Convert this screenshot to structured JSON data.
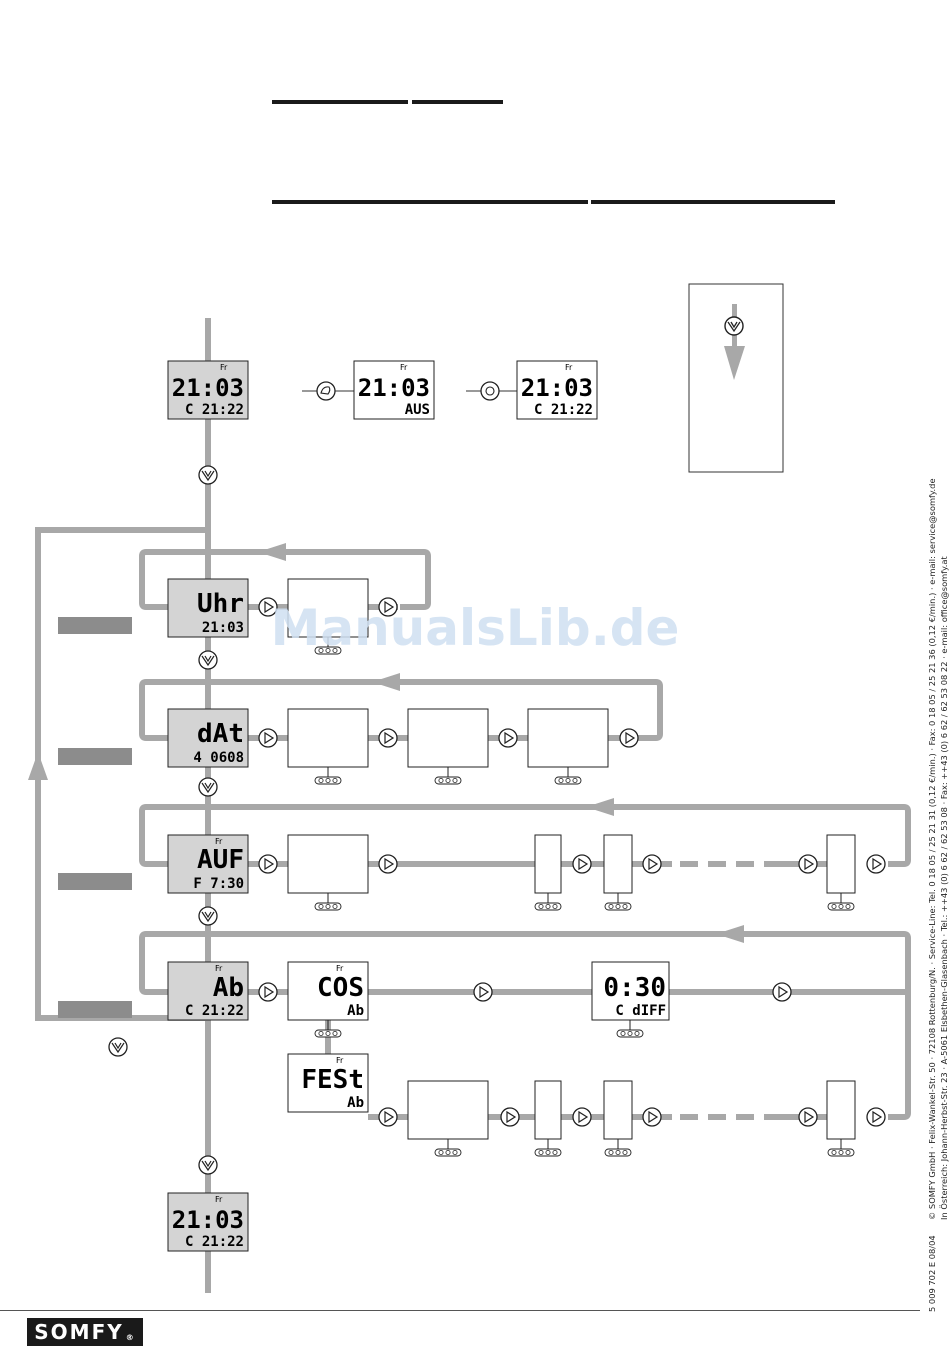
{
  "watermark": "ManualsLib.de",
  "logo": {
    "text": "SOMFY",
    "reg": "®"
  },
  "side_text": {
    "doc_code": "5 009 702   E  08/04",
    "line1": "© SOMFY GmbH · Felix-Wankel-Str. 50 · 72108 Rottenburg/N. · Service-Line: Tel. 0 18 05 / 25 21 31 (0,12 €/min.) · Fax: 0 18 05 / 25 21 36 (0,12 €/min.) · e-mail: service@somfy.de",
    "line2": "In Österreich: Johann-Herbst-Str. 23 · A-5061 Elsbethen-Glasenbach · Tel.: ++43 (0) 6 62 / 62 53 08 · Fax: ++43 (0) 6 62 / 62 53 08 22 · e-mail: office@somfy.at"
  },
  "displays": {
    "start": {
      "day": "Fr",
      "main": "21:03",
      "sub": "C 21:22"
    },
    "aus": {
      "day": "Fr",
      "main": "21:03",
      "sub": "AUS"
    },
    "auto": {
      "day": "Fr",
      "main": "21:03",
      "sub": "C 21:22"
    },
    "uhr": {
      "main": "Uhr",
      "sub": "21:03"
    },
    "dat": {
      "main": "dAt",
      "sub": "4 0608"
    },
    "auf": {
      "day": "Fr",
      "main": "AUF",
      "sub": "F 7:30"
    },
    "ab": {
      "day": "Fr",
      "main": "Ab",
      "sub": "C 21:22"
    },
    "cos": {
      "day": "Fr",
      "main": "COS",
      "sub": "Ab"
    },
    "diff": {
      "main": "0:30",
      "sub": "C dIFF"
    },
    "fest": {
      "day": "Fr",
      "main": "FESt",
      "sub": "Ab"
    },
    "end": {
      "day": "Fr",
      "main": "21:03",
      "sub": "C 21:22"
    }
  },
  "colors": {
    "flow": "#a8a8a8",
    "lcd": "#d4d4d4",
    "label_bar": "#8c8c8c",
    "rule": "#1a1a1a"
  }
}
